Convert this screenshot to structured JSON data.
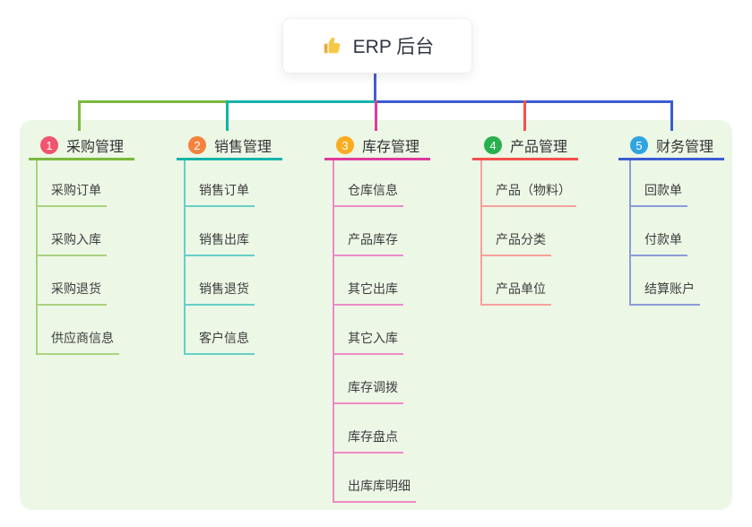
{
  "root": {
    "label": "ERP 后台",
    "icon": "thumbs-up-icon"
  },
  "connector_color": "#4a5bd0",
  "panel_color": "#ecf7e6",
  "branches": [
    {
      "badge": "1",
      "label": "采购管理",
      "color": "#7cb93f",
      "light_color": "#a9d37f",
      "badge_color": "#f1546f",
      "children": [
        "采购订单",
        "采购入库",
        "采购退货",
        "供应商信息"
      ]
    },
    {
      "badge": "2",
      "label": "销售管理",
      "color": "#14b3aa",
      "light_color": "#66cfc8",
      "badge_color": "#f5823d",
      "children": [
        "销售订单",
        "销售出库",
        "销售退货",
        "客户信息"
      ]
    },
    {
      "badge": "3",
      "label": "库存管理",
      "color": "#df3a9d",
      "light_color": "#ee8ac7",
      "badge_color": "#fbab1f",
      "children": [
        "仓库信息",
        "产品库存",
        "其它出库",
        "其它入库",
        "库存调拨",
        "库存盘点",
        "出库库明细"
      ]
    },
    {
      "badge": "4",
      "label": "产品管理",
      "color": "#f4504c",
      "light_color": "#f8a09b",
      "badge_color": "#27b04d",
      "children": [
        "产品（物料）",
        "产品分类",
        "产品单位"
      ]
    },
    {
      "badge": "5",
      "label": "财务管理",
      "color": "#3c5bd2",
      "light_color": "#8b9cd9",
      "badge_color": "#2ea4e0",
      "children": [
        "回款单",
        "付款单",
        "结算账户"
      ]
    }
  ]
}
